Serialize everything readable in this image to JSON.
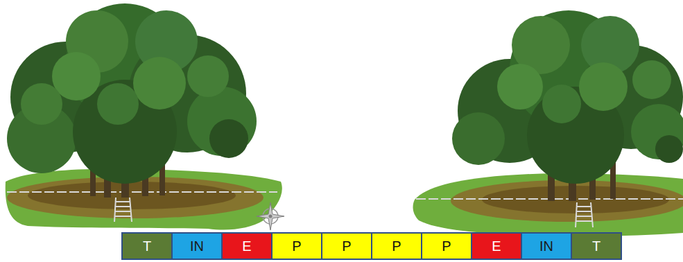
{
  "diagram": {
    "nodes": [
      {
        "text": [
          "T"
        ]
      },
      {
        "text": [
          "IN"
        ]
      },
      {
        "text": [
          "E"
        ]
      },
      {
        "text": [
          "P"
        ]
      },
      {
        "text": [
          "P"
        ]
      },
      {
        "text": [
          "P"
        ]
      },
      {
        "text": [
          "P"
        ]
      },
      {
        "text": [
          "E"
        ]
      },
      {
        "text": [
          "IN"
        ]
      },
      {
        "text": [
          "T"
        ]
      }
    ]
  }
}
